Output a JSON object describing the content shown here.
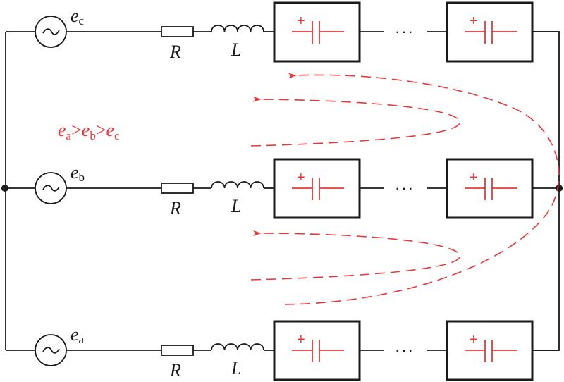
{
  "diagram": {
    "title": "Parallel branches of series capacitor modules with unequal source voltages",
    "colors": {
      "wire": "#1a1a1a",
      "accent": "#e8393a"
    },
    "branches": [
      {
        "id": "c",
        "source_symbol": "e",
        "source_sub": "c",
        "resistor": "R",
        "inductor": "L",
        "ellipsis": "···"
      },
      {
        "id": "b",
        "source_symbol": "e",
        "source_sub": "b",
        "resistor": "R",
        "inductor": "L",
        "ellipsis": "···"
      },
      {
        "id": "a",
        "source_symbol": "e",
        "source_sub": "a",
        "resistor": "R",
        "inductor": "L",
        "ellipsis": "···"
      }
    ],
    "capacitor_polarity": "+",
    "relation": {
      "parts": [
        {
          "sym": "e",
          "sub": "a"
        },
        {
          "op": ">"
        },
        {
          "sym": "e",
          "sub": "b"
        },
        {
          "op": ">"
        },
        {
          "sym": "e",
          "sub": "c"
        }
      ]
    },
    "icons": {
      "source": "ac-source-icon",
      "node": "junction-dot-icon"
    }
  }
}
